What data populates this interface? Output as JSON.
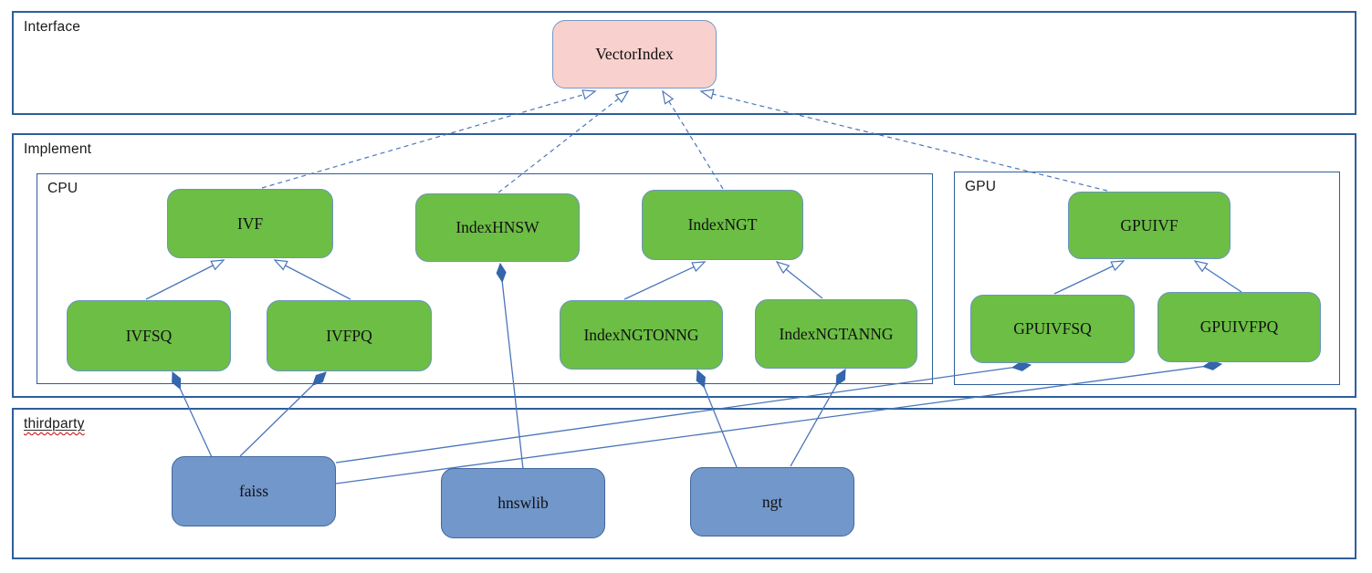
{
  "containers": {
    "interface": {
      "label": "Interface"
    },
    "implement": {
      "label": "Implement"
    },
    "cpu": {
      "label": "CPU"
    },
    "gpu": {
      "label": "GPU"
    },
    "thirdparty": {
      "label": "thirdparty",
      "spellcheck_underline": true
    }
  },
  "nodes": {
    "vectorindex": {
      "label": "VectorIndex",
      "kind": "interface"
    },
    "ivf": {
      "label": "IVF",
      "kind": "class"
    },
    "indexhnsw": {
      "label": "IndexHNSW",
      "kind": "class"
    },
    "indexngt": {
      "label": "IndexNGT",
      "kind": "class"
    },
    "gpuivf": {
      "label": "GPUIVF",
      "kind": "class"
    },
    "ivfsq": {
      "label": "IVFSQ",
      "kind": "class"
    },
    "ivfpq": {
      "label": "IVFPQ",
      "kind": "class"
    },
    "indexngtonng": {
      "label": "IndexNGTONNG",
      "kind": "class"
    },
    "indexngtanng": {
      "label": "IndexNGTANNG",
      "kind": "class"
    },
    "gpuivfsq": {
      "label": "GPUIVFSQ",
      "kind": "class"
    },
    "gpuivfpq": {
      "label": "GPUIVFPQ",
      "kind": "class"
    },
    "faiss": {
      "label": "faiss",
      "kind": "library"
    },
    "hnswlib": {
      "label": "hnswlib",
      "kind": "library"
    },
    "ngt": {
      "label": "ngt",
      "kind": "library"
    }
  },
  "edges": [
    {
      "from": "IVF",
      "to": "VectorIndex",
      "type": "realization",
      "style": "dashed-hollow-arrow"
    },
    {
      "from": "IndexHNSW",
      "to": "VectorIndex",
      "type": "realization",
      "style": "dashed-hollow-arrow"
    },
    {
      "from": "IndexNGT",
      "to": "VectorIndex",
      "type": "realization",
      "style": "dashed-hollow-arrow"
    },
    {
      "from": "GPUIVF",
      "to": "VectorIndex",
      "type": "realization",
      "style": "dashed-hollow-arrow"
    },
    {
      "from": "IVFSQ",
      "to": "IVF",
      "type": "generalization",
      "style": "solid-hollow-arrow"
    },
    {
      "from": "IVFPQ",
      "to": "IVF",
      "type": "generalization",
      "style": "solid-hollow-arrow"
    },
    {
      "from": "IndexNGTONNG",
      "to": "IndexNGT",
      "type": "generalization",
      "style": "solid-hollow-arrow"
    },
    {
      "from": "IndexNGTANNG",
      "to": "IndexNGT",
      "type": "generalization",
      "style": "solid-hollow-arrow"
    },
    {
      "from": "GPUIVFSQ",
      "to": "GPUIVF",
      "type": "generalization",
      "style": "solid-hollow-arrow"
    },
    {
      "from": "GPUIVFPQ",
      "to": "GPUIVF",
      "type": "generalization",
      "style": "solid-hollow-arrow"
    },
    {
      "from": "faiss",
      "to": "IVFSQ",
      "type": "composition",
      "style": "solid-filled-diamond"
    },
    {
      "from": "faiss",
      "to": "IVFPQ",
      "type": "composition",
      "style": "solid-filled-diamond"
    },
    {
      "from": "faiss",
      "to": "GPUIVFSQ",
      "type": "composition",
      "style": "solid-filled-diamond"
    },
    {
      "from": "faiss",
      "to": "GPUIVFPQ",
      "type": "composition",
      "style": "solid-filled-diamond"
    },
    {
      "from": "hnswlib",
      "to": "IndexHNSW",
      "type": "composition",
      "style": "solid-filled-diamond"
    },
    {
      "from": "ngt",
      "to": "IndexNGTONNG",
      "type": "composition",
      "style": "solid-filled-diamond"
    },
    {
      "from": "ngt",
      "to": "IndexNGTANNG",
      "type": "composition",
      "style": "solid-filled-diamond"
    }
  ],
  "colors": {
    "container_border": "#2f5e9b",
    "connector": "#4a76ba",
    "class_fill": "#6cbe45",
    "class_border": "#6b93c0",
    "interface_fill": "#f8d0cd",
    "interface_border": "#7a97c2",
    "library_fill": "#7297ca",
    "library_border": "#41689e",
    "diamond_fill": "#3465ad",
    "label_text": "#1a1a1a",
    "spellcheck_red": "#cc0000"
  }
}
